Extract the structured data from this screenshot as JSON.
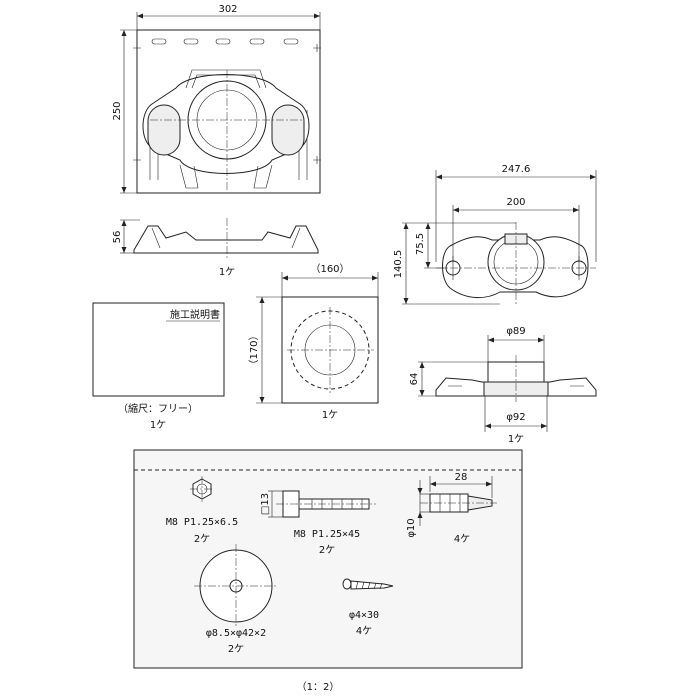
{
  "labels": {
    "dim_302": "302",
    "dim_250": "250",
    "dim_56": "56",
    "qty_base": "1ケ",
    "dim_247_6": "247.6",
    "dim_200": "200",
    "dim_75_5": "75.5",
    "dim_140_5": "140.5",
    "dim_phi89": "φ89",
    "dim_64": "64",
    "dim_phi92": "φ92",
    "qty_flange": "1ケ",
    "dim_160": "（160）",
    "dim_170": "（170）",
    "qty_gasket": "1ケ",
    "manual_title": "施工説明書",
    "manual_scale": "（縮尺：フリー）",
    "qty_manual": "1ケ",
    "nut_spec": "M8 P1.25×6.5",
    "qty_nut": "2ケ",
    "dim_13": "□13",
    "bolt_spec": "M8 P1.25×45",
    "qty_bolt": "2ケ",
    "dim_28": "28",
    "dim_phi10": "φ10",
    "qty_anchor": "4ケ",
    "washer_spec": "φ8.5×φ42×2",
    "qty_washer": "2ケ",
    "screw_spec": "φ4×30",
    "qty_screw": "4ケ",
    "sheet_scale": "（1：2）"
  },
  "colors": {
    "line": "#222222",
    "shade": "#eeeeee",
    "board": "#f4f4f4",
    "paper": "#ffffff"
  }
}
